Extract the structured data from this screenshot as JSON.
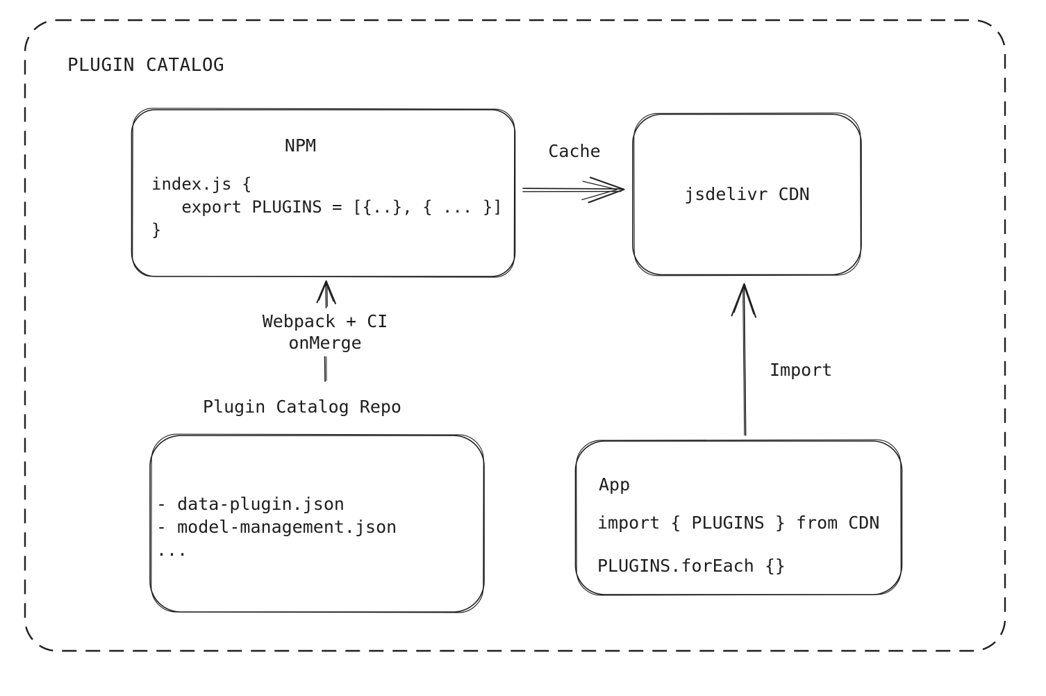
{
  "diagram": {
    "title": "PLUGIN CATALOG",
    "colors": {
      "stroke": "#1e1e1e",
      "background": "#ffffff"
    },
    "nodes": {
      "npm": {
        "title": "NPM",
        "code_lines": [
          "index.js {",
          "   export PLUGINS = [{..}, { ... }]",
          "}"
        ]
      },
      "cdn": {
        "label": "jsdelivr CDN"
      },
      "repo": {
        "label": "Plugin Catalog Repo",
        "files": [
          "- data-plugin.json",
          "- model-management.json",
          "..."
        ]
      },
      "app": {
        "title": "App",
        "code_lines": [
          "import { PLUGINS } from CDN",
          "PLUGINS.forEach {}"
        ]
      }
    },
    "edges": {
      "cache": {
        "label": "Cache"
      },
      "build": {
        "label_lines": [
          "Webpack + CI",
          "onMerge"
        ]
      },
      "import": {
        "label": "Import"
      }
    }
  }
}
